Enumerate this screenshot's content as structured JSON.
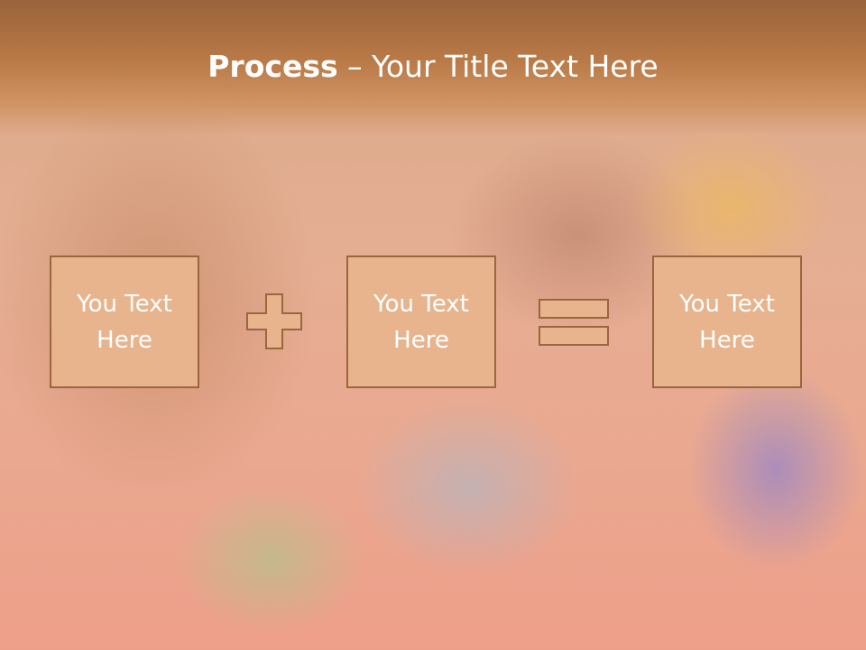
{
  "slide": {
    "title_bold": "Process",
    "title_rest": " – Your Title Text Here",
    "boxes": [
      {
        "label": "You Text\nHere"
      },
      {
        "label": "You Text\nHere"
      },
      {
        "label": "You Text\nHere"
      }
    ],
    "operators": [
      "plus-icon",
      "equals-icon"
    ],
    "colors": {
      "box_fill": "#e8b48d",
      "box_border": "#9b6540",
      "header": "#b97a47",
      "text": "#ffffff"
    }
  }
}
